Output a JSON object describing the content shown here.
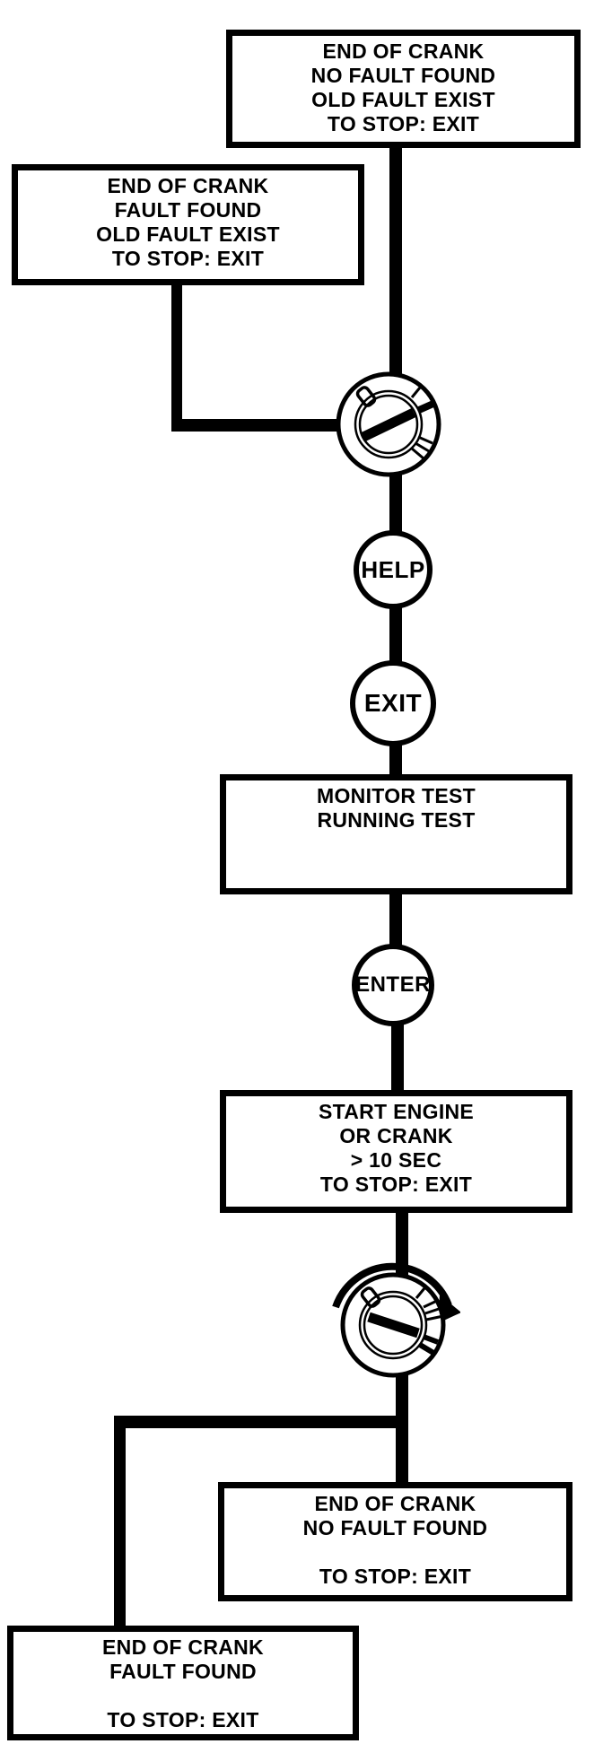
{
  "diagram_type": "flowchart",
  "description": "Ignition key diagnostic monitor test flow (scan-style black and white flowchart)",
  "colors": {
    "ink": "#000000",
    "paper": "#ffffff"
  },
  "nodes": {
    "box_end_crank_no_fault_old": {
      "lines": [
        "END OF CRANK",
        "NO FAULT FOUND",
        "OLD FAULT EXIST",
        "TO STOP: EXIT"
      ]
    },
    "box_end_crank_fault_old": {
      "lines": [
        "END OF CRANK",
        "FAULT FOUND",
        "OLD FAULT EXIST",
        "TO STOP: EXIT"
      ]
    },
    "icon_ignition_off": {
      "name": "ignition-key-switch"
    },
    "btn_help": {
      "label": "HELP"
    },
    "btn_exit": {
      "label": "EXIT"
    },
    "box_monitor": {
      "lines": [
        "MONITOR TEST",
        "RUNNING TEST",
        "",
        ""
      ]
    },
    "btn_enter": {
      "label": "ENTER"
    },
    "box_start_engine": {
      "lines": [
        "START ENGINE",
        "OR CRANK",
        "> 10 SEC",
        "TO STOP: EXIT"
      ]
    },
    "icon_ignition_turn": {
      "name": "ignition-key-switch-turn-clockwise"
    },
    "box_end_crank_no_fault": {
      "lines": [
        "END OF CRANK",
        "NO FAULT FOUND",
        "",
        "TO STOP: EXIT"
      ]
    },
    "box_end_crank_fault": {
      "lines": [
        "END OF CRANK",
        "FAULT FOUND",
        "",
        "TO STOP: EXIT"
      ]
    }
  }
}
